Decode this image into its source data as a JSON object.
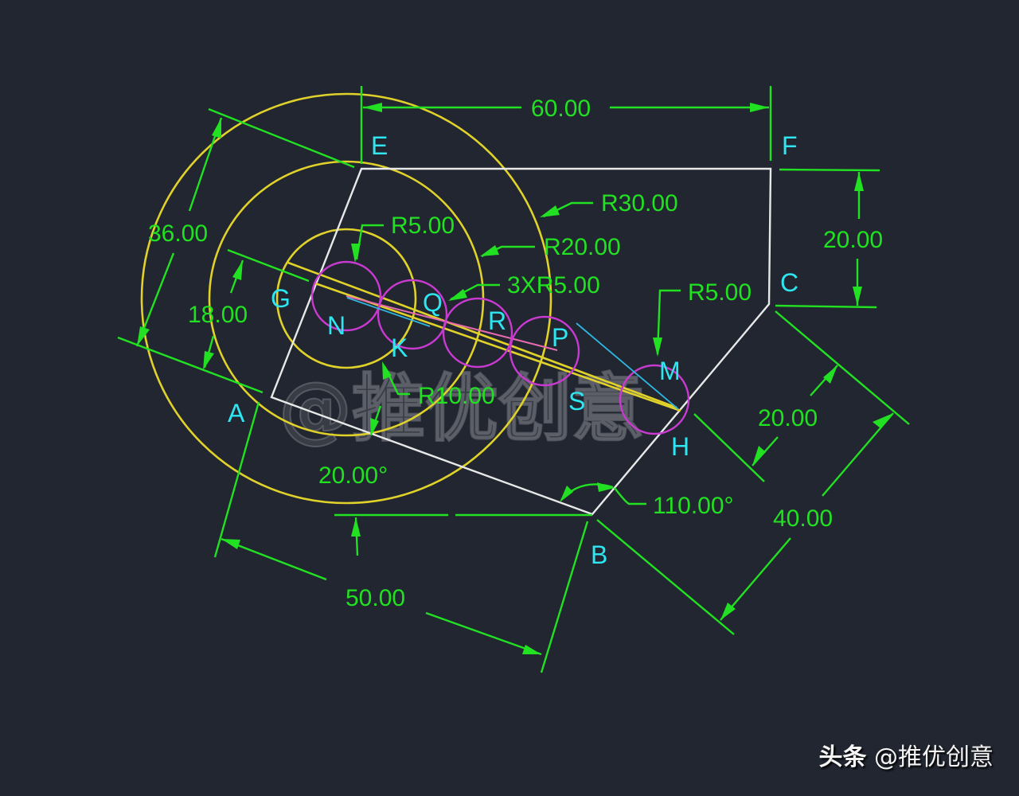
{
  "drawing": {
    "background": "#212630",
    "colors": {
      "outline": "#e8e8e8",
      "construction_circles": "#e0d22a",
      "small_circles": "#c83ad0",
      "dimensions": "#22e022",
      "point_labels": "#2ee6f0",
      "tangent_line": "#2fb6e0"
    },
    "points": {
      "A": "A",
      "B": "B",
      "C": "C",
      "E": "E",
      "F": "F",
      "G": "G",
      "H": "H",
      "K": "K",
      "M": "M",
      "N": "N",
      "P": "P",
      "Q": "Q",
      "R": "R",
      "S": "S"
    },
    "dimensions": {
      "top_width": "60.00",
      "right_height": "20.00",
      "left_outer": "36.00",
      "left_inner": "18.00",
      "angle_bottom": "20.00°",
      "angle_b": "110.00°",
      "bottom_length": "50.00",
      "right_offset": "20.00",
      "right_length": "40.00"
    },
    "radii": {
      "r30": "R30.00",
      "r20": "R20.00",
      "r10": "R10.00",
      "r5_top": "R5.00",
      "r5_right": "R5.00",
      "r5_array": "3XR5.00"
    },
    "watermark": "@推优创意",
    "credit": {
      "source": "头条",
      "handle": "@推优创意"
    }
  }
}
